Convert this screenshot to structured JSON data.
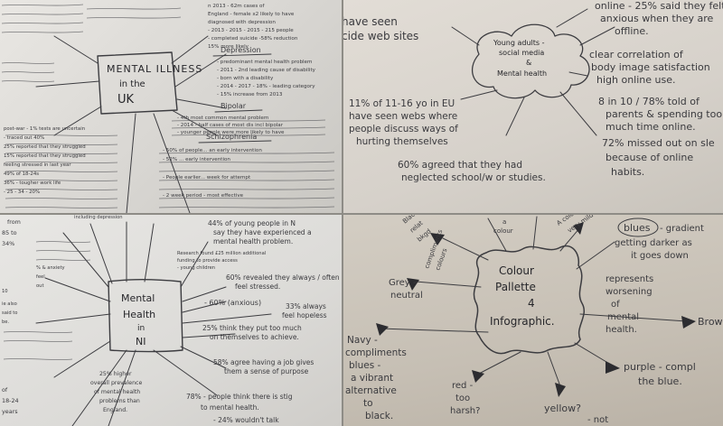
{
  "panel1": {
    "center_title": [
      "MENTAL ILLNESS",
      "in the",
      "UK"
    ],
    "depression_heading": "Depression",
    "bipolar_heading": "Bipolar",
    "schizophrenia_heading": "Schizophrenia",
    "notes_top": [
      "n 2013 - 62m cases of",
      "England - female x2 likely to have",
      "diagnosed with depression",
      "- 2013 - 2015 - 2015 - 215 people",
      "- completed suicide -58% reduction",
      "15% more likely"
    ],
    "notes_depression": [
      "- predominant mental health problem",
      "- 2011 - 2nd leading cause of disability",
      "- born with a disability",
      "- 2014 - 2017 - 18% - leading category",
      "- 15% increase from 2013"
    ],
    "notes_bipolar": [
      "- 4th most common mental problem",
      "- 2014 - half cases of most dis incl bipolar",
      "- younger people were more likely to have"
    ],
    "notes_schizophrenia": [
      "- 50% of people... an early intervention",
      "- 52% ... early intervention",
      "- People earlier... week for attempt",
      "- 2 week period - most effective"
    ],
    "notes_left": [
      "post-war - 1% tests are uncertain",
      "- traced out 40%",
      "25% reported that they struggled",
      "15% reported that they struggled",
      "feeling stressed in last year",
      "49% of 18-24s",
      "36% - tougher work life",
      "- 25 - 34 - 20%"
    ]
  },
  "panel2": {
    "center": [
      "Young adults -",
      "social media",
      "&",
      "Mental health"
    ],
    "note_top_left": [
      "have seen",
      "cide web sites"
    ],
    "note_top_right": [
      "online - 25% said they felt",
      "anxious when they are",
      "offline."
    ],
    "note_right": [
      "clear correlation of",
      "body image satisfaction",
      "high online use."
    ],
    "note_right2": [
      "8 in 10 / 78% told of",
      "parents & spending too",
      "much time online."
    ],
    "note_left": [
      "11% of 11-16 yo in EU",
      "have seen webs where",
      "people discuss ways of",
      "hurting themselves"
    ],
    "note_bottom_left": [
      "60% agreed that they had",
      "neglected school/w or studies."
    ],
    "note_bottom_right": [
      "72% missed out on sle",
      "because of online",
      "habits."
    ]
  },
  "panel3": {
    "center": [
      "Mental",
      "Health",
      "in",
      "NI"
    ],
    "note_top_right": [
      "44% of young people in N",
      "say they have experienced a",
      "mental health problem."
    ],
    "note_mid_right": [
      "Research found £25 million additional",
      "funding to provide access",
      "- young children"
    ],
    "note_revealed": [
      "60% revealed they always / often",
      "feel stressed."
    ],
    "note_anxious": [
      "- 60% (anxious)"
    ],
    "note_33": [
      "33% always",
      "feel hopeless"
    ],
    "note_25": [
      "25% think they put too much",
      "on themselves to achieve."
    ],
    "note_58": [
      "58% agree having a job gives",
      "them a sense of purpose"
    ],
    "note_78": [
      "78% - people think there is stig",
      "to mental health."
    ],
    "note_24": [
      "- 24% wouldn't talk"
    ],
    "note_25higher": [
      "25% higher",
      "overall prevalence",
      "of mental health",
      "problems than",
      "England."
    ],
    "note_left": [
      "from",
      "85 to",
      "34%",
      "of",
      "18-24",
      "years"
    ],
    "note_left2": [
      "including depression",
      "% & anxiety",
      "feel",
      "out",
      "ie also",
      "said to",
      "be.",
      "10"
    ]
  },
  "panel4": {
    "center": [
      "Colour",
      "Pallette",
      "4",
      "Infographic."
    ],
    "label_blues": "blues",
    "note_blues": [
      "- gradient",
      "getting darker as",
      "it goes down"
    ],
    "note_represents": [
      "represents",
      "worsening",
      "of",
      "mental",
      "health."
    ],
    "label_brown": "Brow",
    "note_purple": [
      "purple - compl",
      "the blue."
    ],
    "label_grey": [
      "Grey -",
      "neutral"
    ],
    "label_compliments": [
      "compliments",
      "colours"
    ],
    "label_navy": [
      "Navy -",
      "compliments",
      "blues -",
      "a vibrant",
      "alternative",
      "to",
      "black."
    ],
    "label_red": [
      "red -",
      "too",
      "harsh?"
    ],
    "label_yellow": "yellow?",
    "label_not": "- not",
    "label_colour_top": [
      "A colour",
      "very mild"
    ],
    "label_top_left": [
      "Black",
      "relat",
      "bkgd"
    ],
    "label_top_mid": [
      "a",
      "colour"
    ]
  }
}
